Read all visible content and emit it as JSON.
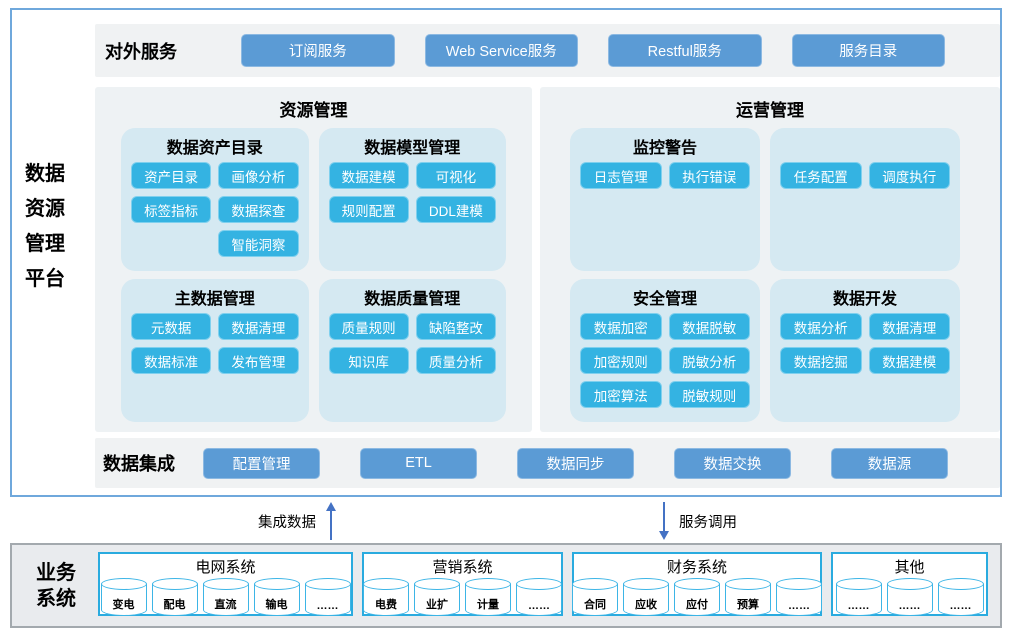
{
  "platform": {
    "lines": [
      "数据",
      "资源",
      "管理",
      "平台"
    ]
  },
  "external": {
    "label": "对外服务",
    "buttons": [
      "订阅服务",
      "Web Service服务",
      "Restful服务",
      "服务目录"
    ]
  },
  "resource": {
    "title": "资源管理",
    "groups": [
      {
        "title": "数据资产目录",
        "buttons": [
          "资产目录",
          "画像分析",
          "标签指标",
          "数据探查",
          "智能洞察"
        ]
      },
      {
        "title": "数据模型管理",
        "buttons": [
          "数据建模",
          "可视化",
          "规则配置",
          "DDL建模"
        ]
      },
      {
        "title": "主数据管理",
        "buttons": [
          "元数据",
          "数据清理",
          "数据标准",
          "发布管理"
        ]
      },
      {
        "title": "数据质量管理",
        "buttons": [
          "质量规则",
          "缺陷整改",
          "知识库",
          "质量分析"
        ]
      }
    ]
  },
  "operation": {
    "title": "运营管理",
    "groups": [
      {
        "title": "监控警告",
        "buttons": [
          "日志管理",
          "执行错误"
        ]
      },
      {
        "title": "",
        "buttons": [
          "任务配置",
          "调度执行"
        ]
      },
      {
        "title": "安全管理",
        "buttons": [
          "数据加密",
          "数据脱敏",
          "加密规则",
          "脱敏分析",
          "加密算法",
          "脱敏规则"
        ]
      },
      {
        "title": "数据开发",
        "buttons": [
          "数据分析",
          "数据清理",
          "数据挖掘",
          "数据建模"
        ]
      }
    ]
  },
  "integration": {
    "label": "数据集成",
    "buttons": [
      "配置管理",
      "ETL",
      "数据同步",
      "数据交换",
      "数据源"
    ]
  },
  "flows": {
    "up_label": "集成数据",
    "down_label": "服务调用"
  },
  "business": {
    "label_lines": [
      "业务",
      "系统"
    ],
    "systems": [
      {
        "title": "电网系统",
        "items": [
          "变电",
          "配电",
          "直流",
          "输电",
          "……"
        ]
      },
      {
        "title": "营销系统",
        "items": [
          "电费",
          "业扩",
          "计量",
          "……"
        ]
      },
      {
        "title": "财务系统",
        "items": [
          "合同",
          "应收",
          "应付",
          "预算",
          "……"
        ]
      },
      {
        "title": "其他",
        "items": [
          "……",
          "……",
          "……"
        ]
      }
    ]
  },
  "colors": {
    "outer_border": "#6fa8dc",
    "service_button": "#5b9bd5",
    "module_chip": "#34b3e2",
    "subpanel_bg": "#d5e9f2",
    "panel_bg": "#eef2f4",
    "strip_bg": "#f0f2f3",
    "cyan_border": "#2aabdf",
    "arrow": "#4472c4",
    "business_bg": "#e9ebee"
  }
}
